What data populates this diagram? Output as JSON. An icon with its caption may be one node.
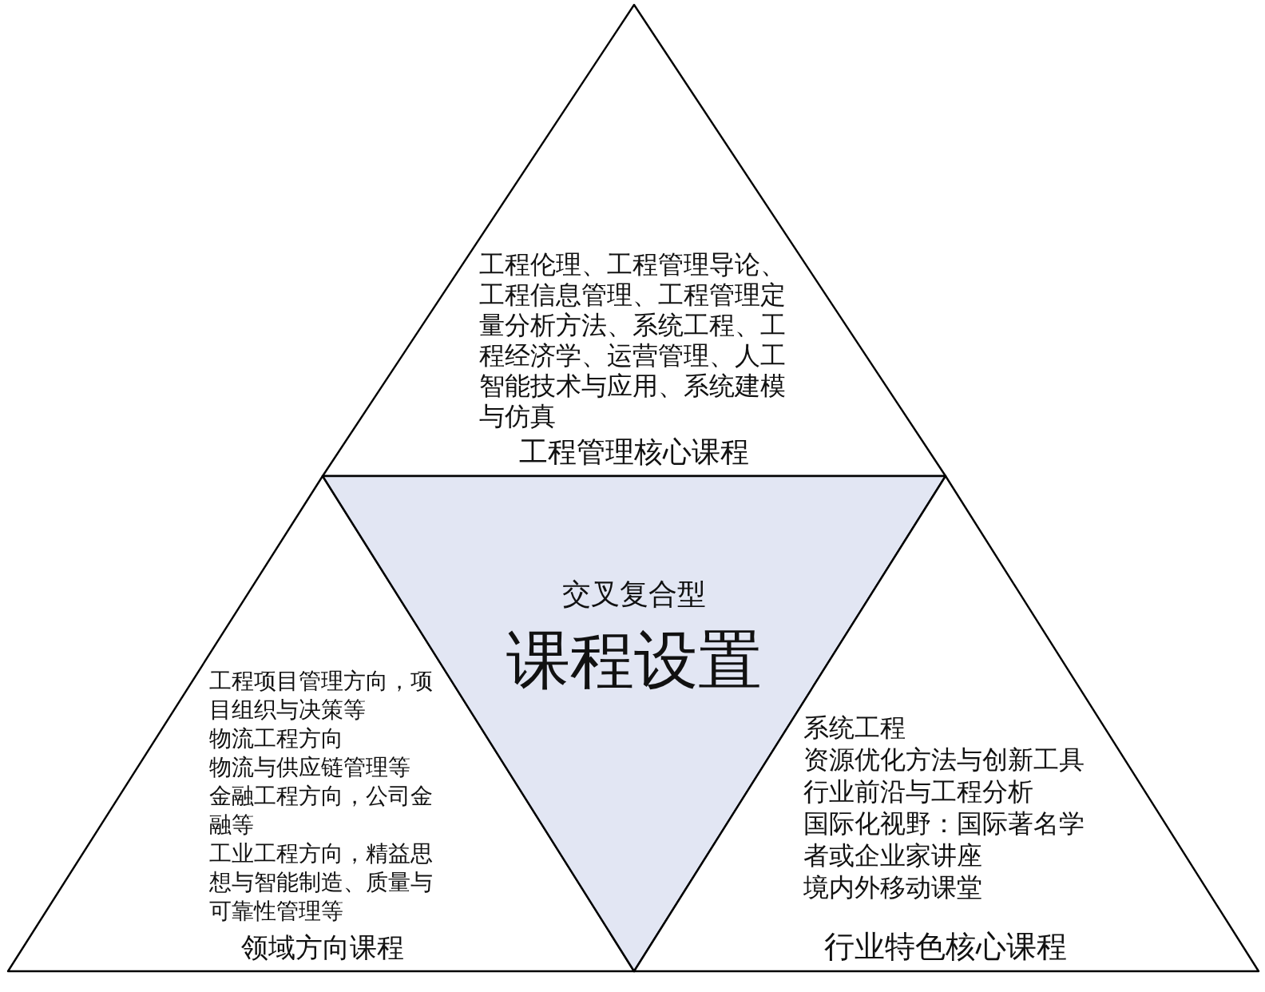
{
  "diagram": {
    "nodes": [
      {
        "text": [
          "工程伦理、工程管理导论、工程信息管理、工程管理定量分析方法、系统工程、工程经济学、运营管理、人工智能技术与应用、系统建模与仿真",
          "工程管理核心课程"
        ]
      },
      {
        "text": [
          "工程项目管理方向，项目组织与决策等",
          "物流工程方向",
          "物流与供应链管理等",
          "金融工程方向，公司金融等",
          "工业工程方向，精益思想与智能制造、质量与可靠性管理等",
          "领域方向课程"
        ]
      },
      {
        "text": [
          "交叉复合型",
          "课程设置"
        ]
      },
      {
        "text": [
          "系统工程",
          "资源优化方法与创新工具",
          "行业前沿与工程分析",
          "国际化视野：国际著名学者或企业家讲座",
          "境内外移动课堂",
          "行业特色核心课程"
        ]
      }
    ]
  }
}
